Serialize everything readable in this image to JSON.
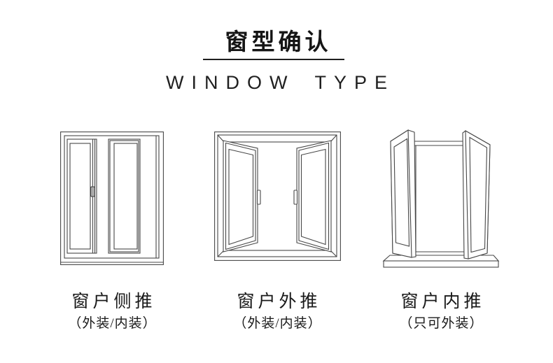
{
  "header": {
    "title": "窗型确认",
    "subtitle": "WINDOW TYPE"
  },
  "windows": [
    {
      "id": "side-slide",
      "icon": "sliding-window-icon",
      "caption": "窗户侧推",
      "note": "（外装/内装）"
    },
    {
      "id": "push-outward",
      "icon": "outward-casement-window-icon",
      "caption": "窗户外推",
      "note": "（外装/内装）"
    },
    {
      "id": "push-inward",
      "icon": "inward-casement-window-icon",
      "caption": "窗户内推",
      "note": "（只可外装）"
    }
  ],
  "colors": {
    "ink": "#1a1a1a",
    "line": "#474747",
    "background": "#ffffff"
  }
}
